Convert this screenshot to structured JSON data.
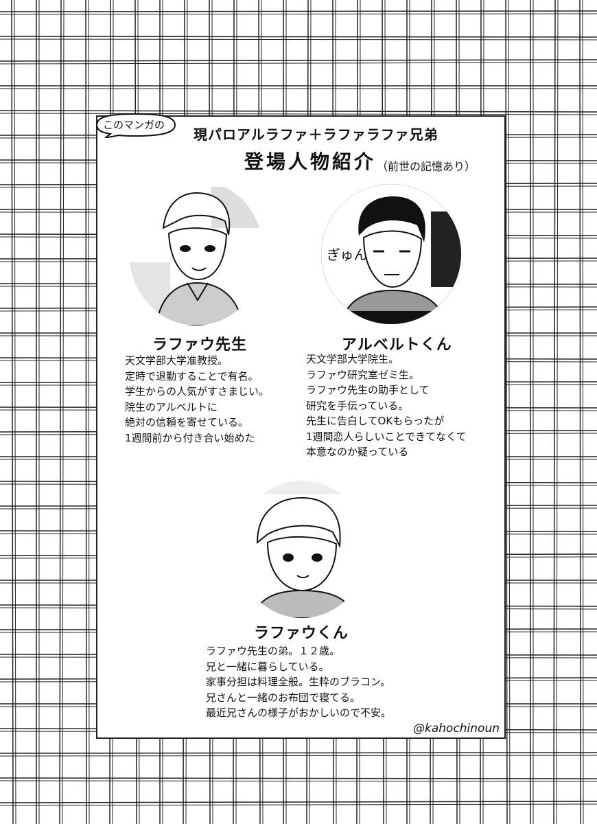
{
  "header": {
    "bubble": "このマンガの",
    "subtitle": "現パロアルラファ＋ラファラファ兄弟",
    "title": "登場人物紹介",
    "note": "（前世の記憶あり）"
  },
  "characters": [
    {
      "name": "ラファウ先生",
      "description": "天文学部大学准教授。\n定時で退勤することで有名。\n学生からの人気がすさまじい。\n院生のアルベルトに\n絶対の信頼を寄せている。\n1週間前から付き合い始めた"
    },
    {
      "name": "アルベルトくん",
      "description": "天文学部大学院生。\nラファウ研究室ゼミ生。\nラファウ先生の助手として\n研究を手伝っている。\n先生に告白してOKもらったが\n1週間恋人らしいことできてなくて\n本意なのか疑っている"
    },
    {
      "name": "ラファウくん",
      "description": "ラファウ先生の弟。１２歳。\n兄と一緒に暮らしている。\n家事分担は料理全般。生粋のブラコン。\n兄さんと一緒のお布団で寝てる。\n最近兄さんの様子がおかしいので不安。"
    }
  ],
  "sfx": "ぎゅん",
  "credit": "@kahochinoun"
}
